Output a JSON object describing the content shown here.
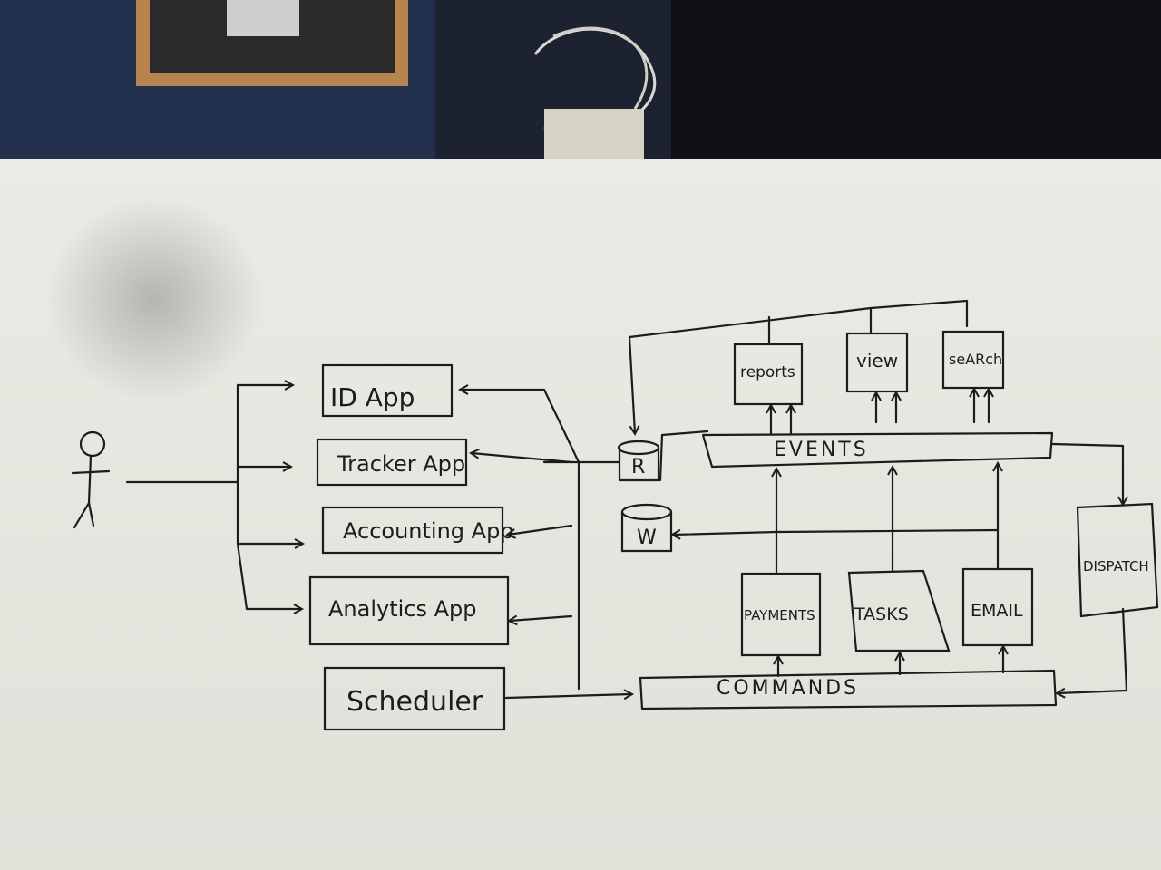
{
  "apps": {
    "id_app": "ID App",
    "tracker_app": "Tracker App",
    "accounting_app": "Accounting App",
    "analytics_app": "Analytics App",
    "scheduler": "Scheduler"
  },
  "stores": {
    "read": "R",
    "write": "W"
  },
  "buses": {
    "events": "EVENTS",
    "commands": "COMMANDS"
  },
  "readers": {
    "reports": "reports",
    "view": "view",
    "search": "seARch"
  },
  "workers": {
    "payments": "PAYMENTS",
    "tasks": "TASKS",
    "email": "EMAIL",
    "dispatch": "DISPATCH"
  },
  "colors": {
    "paper": "#e9e8e2",
    "ink": "#1c1c1c",
    "background_top": "#1a1d24"
  }
}
